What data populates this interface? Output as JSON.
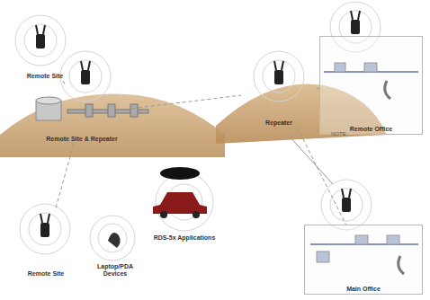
{
  "diagram": {
    "nodes": [
      {
        "text": [
          "Remote Site"
        ]
      },
      {
        "text": [
          "Remote Site & Repeater"
        ]
      },
      {
        "text": [
          "Remote Site"
        ]
      },
      {
        "text": [
          "Laptop/PDA Devices"
        ]
      },
      {
        "text": [
          "RDS-5x Applications"
        ]
      },
      {
        "text": [
          "Repeater"
        ]
      },
      {
        "text": [
          "Remote Office"
        ]
      },
      {
        "text": [
          "Main Office"
        ]
      }
    ],
    "edges": [
      {
        "from": 0,
        "to": 1,
        "arrow": "none"
      },
      {
        "from": 1,
        "to": 5,
        "arrow": "none"
      },
      {
        "from": 5,
        "to": 6,
        "arrow": "none"
      },
      {
        "from": 5,
        "to": 7,
        "arrow": "none"
      },
      {
        "from": 1,
        "to": 2,
        "arrow": "none"
      }
    ],
    "labels": [
      "NOTE:"
    ]
  }
}
